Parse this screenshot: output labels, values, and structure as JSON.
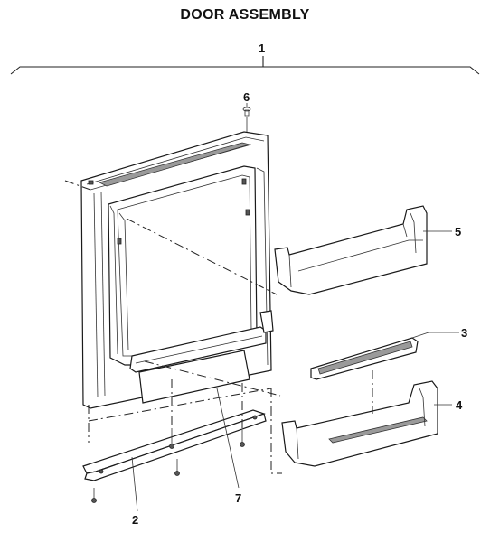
{
  "title": "DOOR ASSEMBLY",
  "callouts": [
    "1",
    "2",
    "3",
    "4",
    "5",
    "6",
    "7"
  ]
}
